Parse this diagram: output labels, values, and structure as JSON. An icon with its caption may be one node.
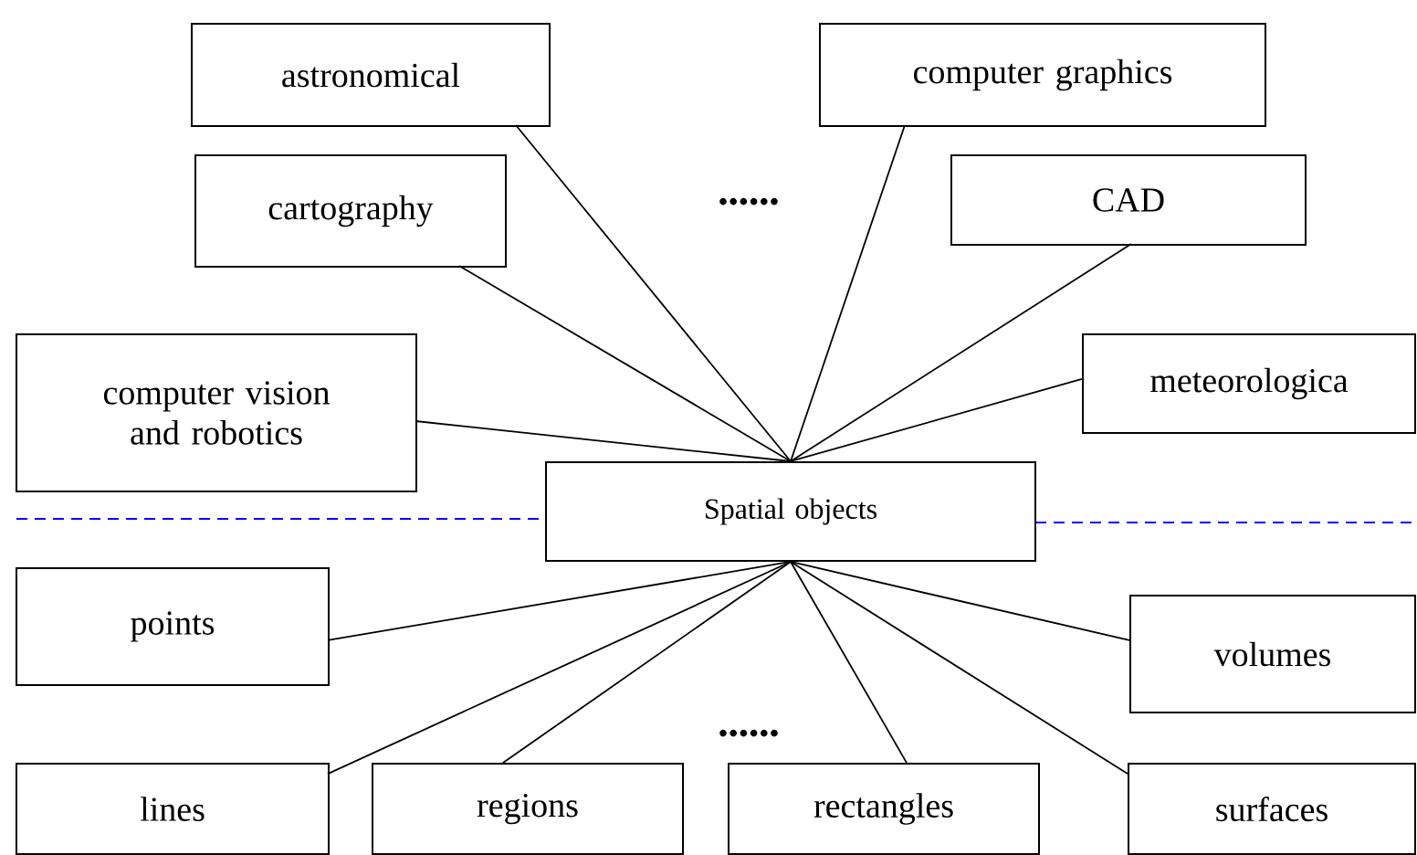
{
  "diagram": {
    "nodes": [
      {
        "text": [
          "astronomical"
        ]
      },
      {
        "text": [
          "computer graphics"
        ]
      },
      {
        "text": [
          "cartography"
        ]
      },
      {
        "text": [
          "CAD"
        ]
      },
      {
        "text": [
          "computer vision and robotics"
        ]
      },
      {
        "text": [
          "meteorologica"
        ]
      },
      {
        "text": [
          "Spatial objects"
        ]
      },
      {
        "text": [
          "points"
        ]
      },
      {
        "text": [
          "volumes"
        ]
      },
      {
        "text": [
          "lines"
        ]
      },
      {
        "text": [
          "regions"
        ]
      },
      {
        "text": [
          "rectangles"
        ]
      },
      {
        "text": [
          "surfaces"
        ]
      }
    ],
    "edges": [
      {
        "from": 0,
        "to": 6,
        "arrow": "none"
      },
      {
        "from": 1,
        "to": 6,
        "arrow": "none"
      },
      {
        "from": 2,
        "to": 6,
        "arrow": "none"
      },
      {
        "from": 3,
        "to": 6,
        "arrow": "none"
      },
      {
        "from": 4,
        "to": 6,
        "arrow": "none"
      },
      {
        "from": 5,
        "to": 6,
        "arrow": "none"
      },
      {
        "from": 7,
        "to": 6,
        "arrow": "none"
      },
      {
        "from": 8,
        "to": 6,
        "arrow": "none"
      },
      {
        "from": 9,
        "to": 6,
        "arrow": "none"
      },
      {
        "from": 10,
        "to": 6,
        "arrow": "none"
      },
      {
        "from": 11,
        "to": 6,
        "arrow": "none"
      },
      {
        "from": 12,
        "to": 6,
        "arrow": "none"
      }
    ],
    "labels": [
      "••••••",
      "••••••"
    ]
  }
}
